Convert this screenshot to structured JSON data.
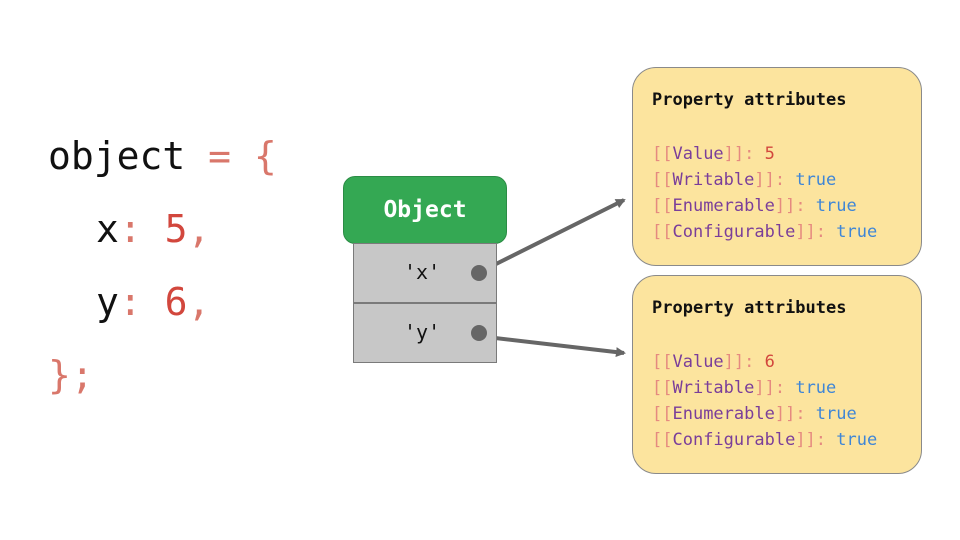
{
  "code": {
    "var_name": "object",
    "assign": " = ",
    "open_brace": "{",
    "props": [
      {
        "key": "x",
        "colon": ": ",
        "value": "5",
        "comma": ","
      },
      {
        "key": "y",
        "colon": ": ",
        "value": "6",
        "comma": ","
      }
    ],
    "close": "};"
  },
  "object_box": {
    "title": "Object",
    "keys": [
      "'x'",
      "'y'"
    ]
  },
  "attribute_boxes": [
    {
      "title": "Property attributes",
      "rows": [
        {
          "open": "[[",
          "name": "Value",
          "close": "]]: ",
          "value": "5"
        },
        {
          "open": "[[",
          "name": "Writable",
          "close": "]]: ",
          "value": "true"
        },
        {
          "open": "[[",
          "name": "Enumerable",
          "close": "]]: ",
          "value": "true"
        },
        {
          "open": "[[",
          "name": "Configurable",
          "close": "]]: ",
          "value": "true"
        }
      ]
    },
    {
      "title": "Property attributes",
      "rows": [
        {
          "open": "[[",
          "name": "Value",
          "close": "]]: ",
          "value": "6"
        },
        {
          "open": "[[",
          "name": "Writable",
          "close": "]]: ",
          "value": "true"
        },
        {
          "open": "[[",
          "name": "Enumerable",
          "close": "]]: ",
          "value": "true"
        },
        {
          "open": "[[",
          "name": "Configurable",
          "close": "]]: ",
          "value": "true"
        }
      ]
    }
  ],
  "colors": {
    "object_header": "#34a853",
    "cell": "#c7c7c7",
    "attr_box": "#fce49e",
    "arrow": "#666666",
    "punctuation": "#d9776b",
    "number": "#d2473d",
    "boolean": "#3f86d6",
    "attr_name": "#7a3e9a"
  }
}
